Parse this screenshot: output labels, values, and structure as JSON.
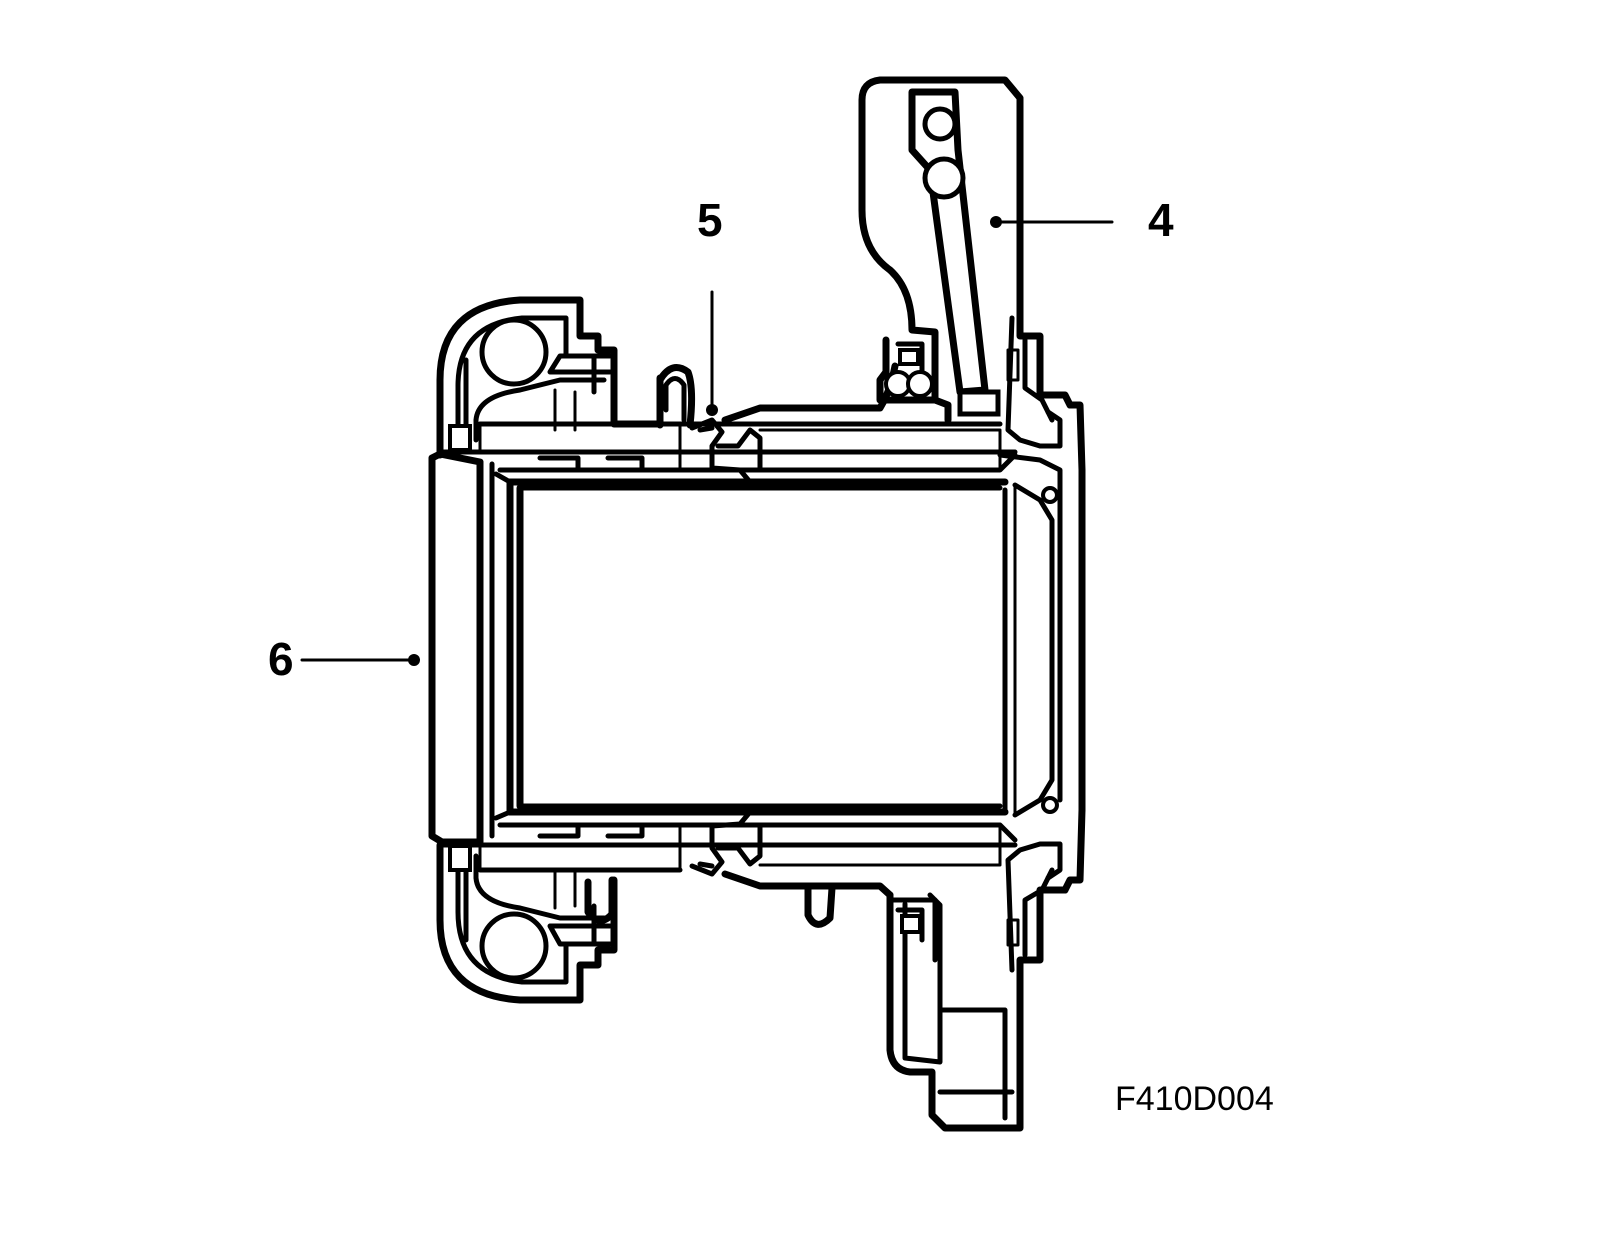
{
  "callouts": [
    {
      "label": "4",
      "target": "release-fork-arm"
    },
    {
      "label": "5",
      "target": "seal"
    },
    {
      "label": "6",
      "target": "release-bearing-body"
    }
  ],
  "figure_code": "F410D004"
}
